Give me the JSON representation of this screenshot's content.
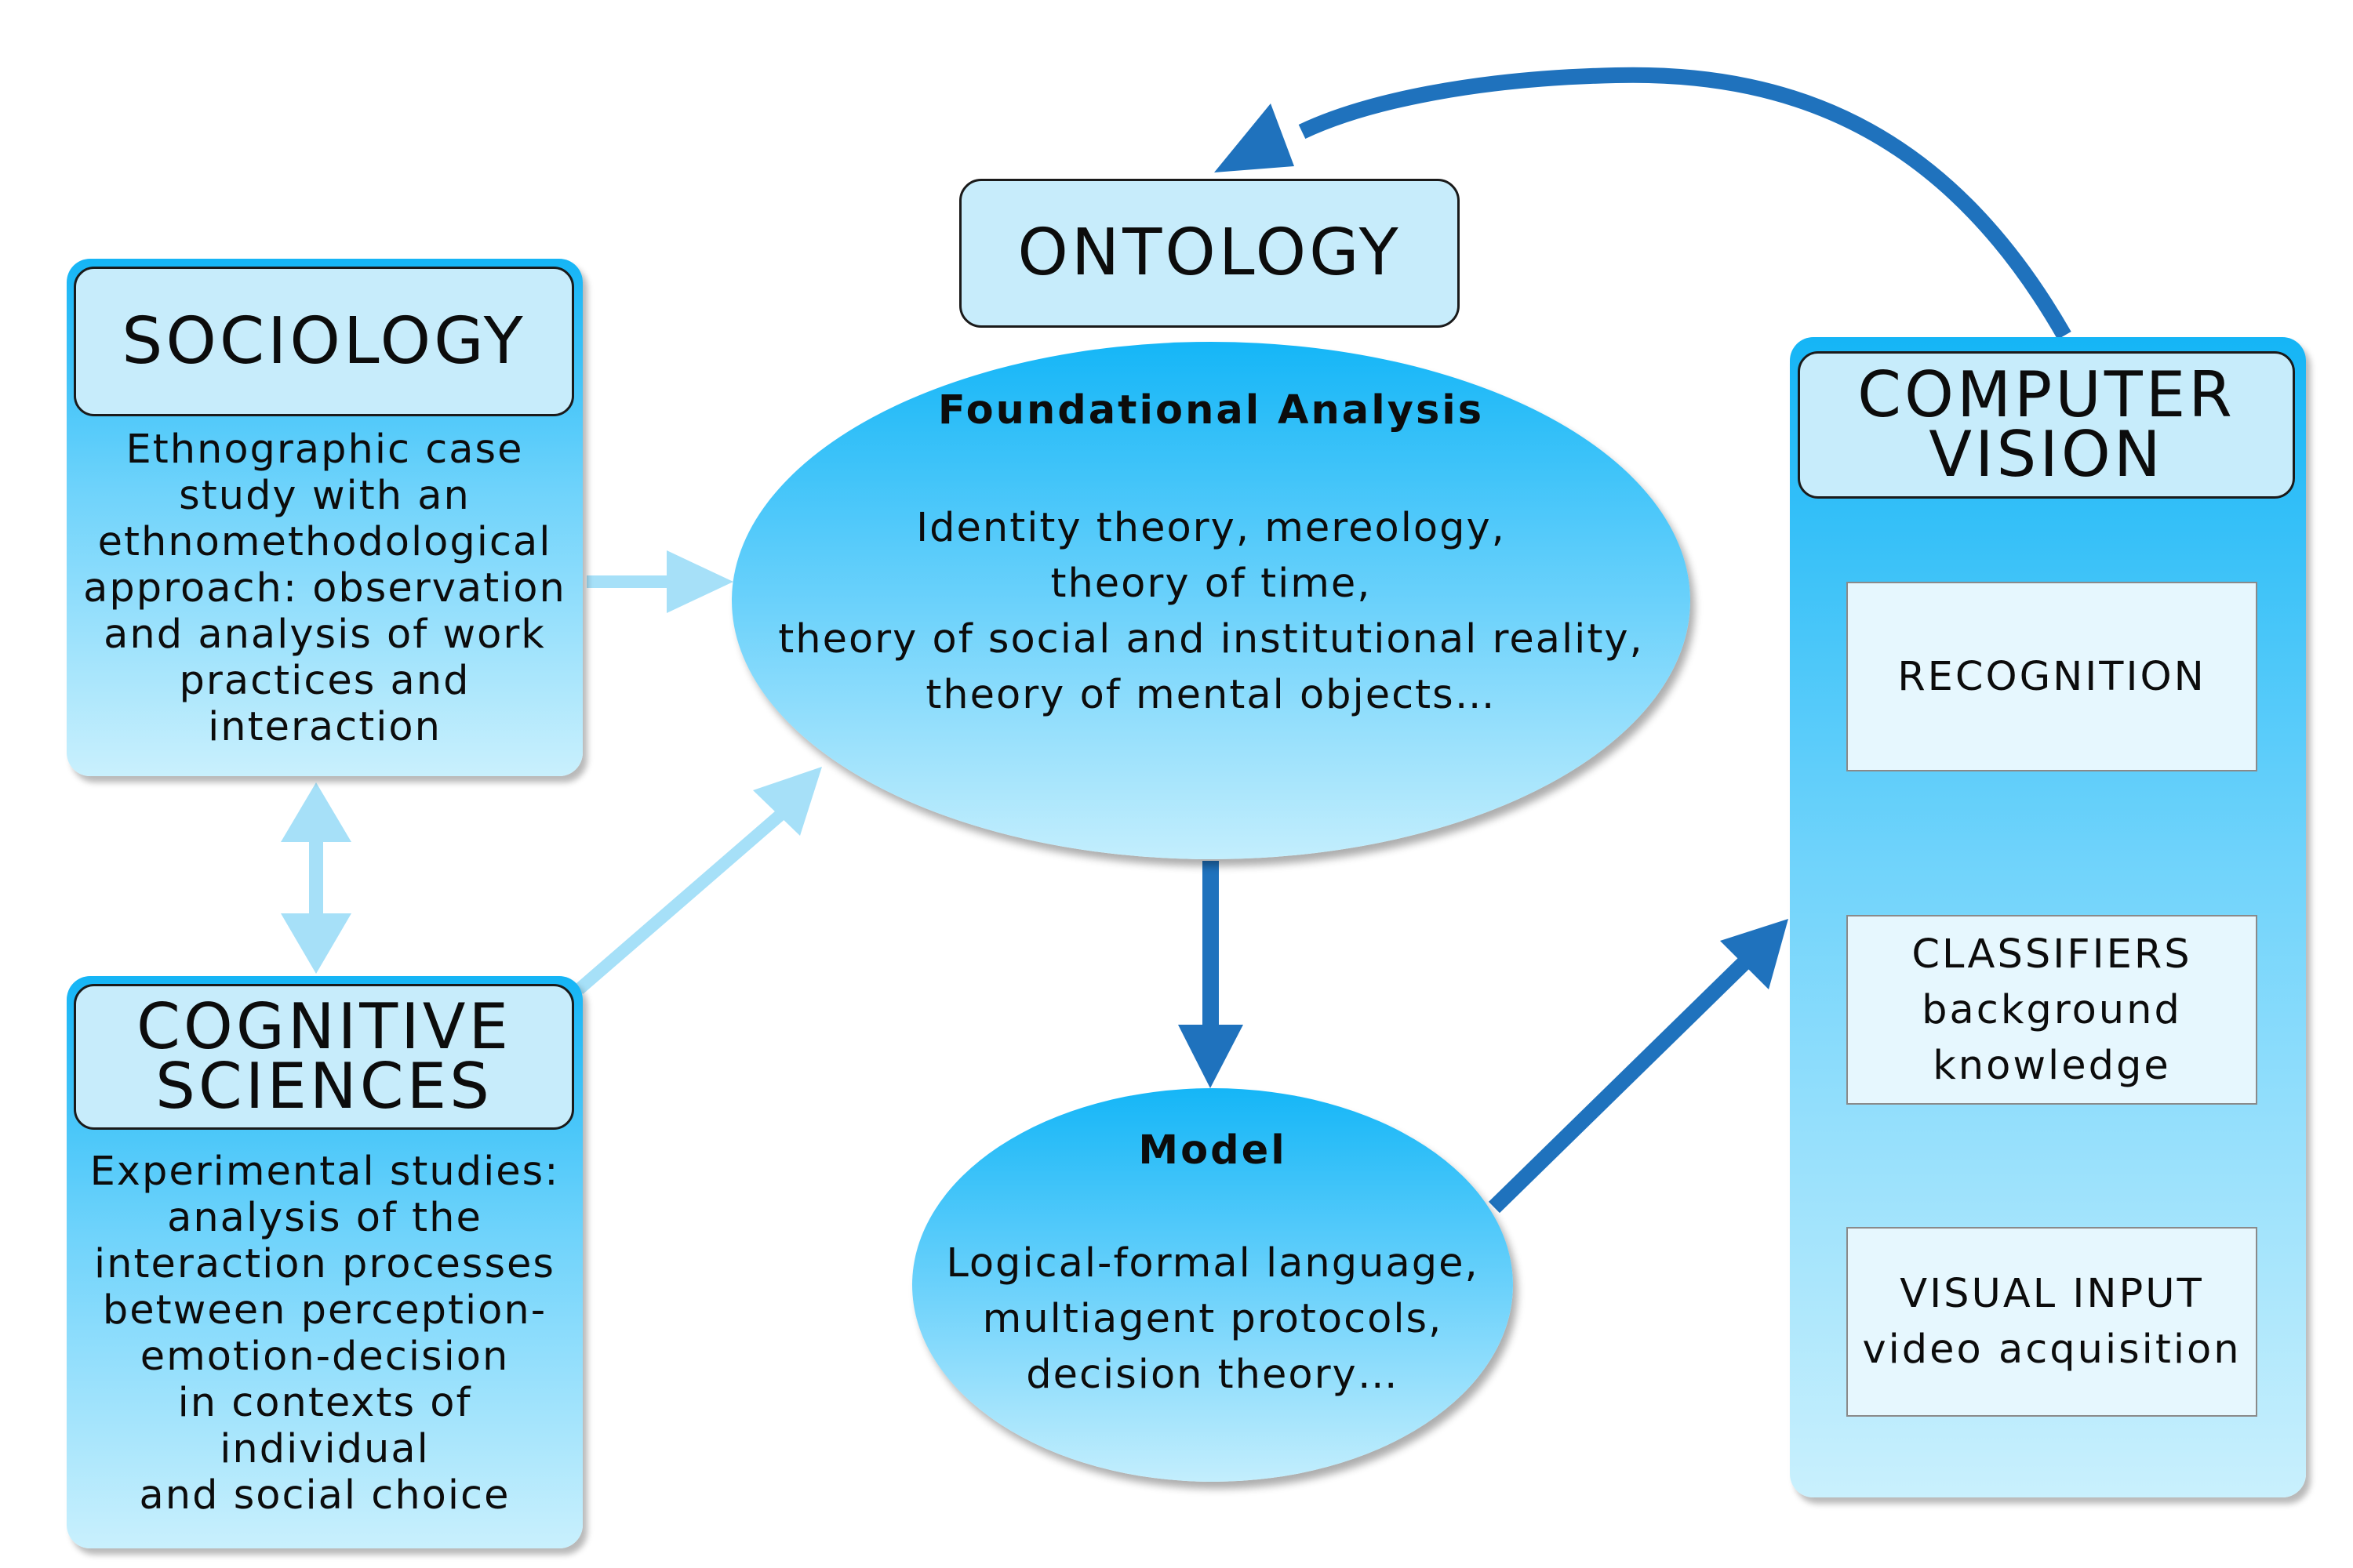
{
  "ontology": {
    "title": "ONTOLOGY"
  },
  "sociology": {
    "title": "SOCIOLOGY",
    "text": "Ethnographic case\nstudy with an\nethnomethodological\napproach: observation\nand analysis of work\npractices and\ninteraction"
  },
  "cognitive": {
    "title_line1": "COGNITIVE",
    "title_line2": "SCIENCES",
    "text": "Experimental studies:\nanalysis of the\ninteraction processes\nbetween perception-\nemotion-decision\nin contexts of\nindividual\nand social choice"
  },
  "foundational": {
    "heading": "Foundational Analysis",
    "text": "Identity theory, mereology,\ntheory of time,\ntheory of social and institutional reality,\ntheory of mental objects…"
  },
  "model": {
    "heading": "Model",
    "text": "Logical-formal language,\nmultiagent protocols,\ndecision theory…"
  },
  "computer_vision": {
    "title_line1": "COMPUTER",
    "title_line2": "VISION",
    "stages": {
      "recognition": "RECOGNITION",
      "classifiers": "CLASSIFIERS\nbackground\nknowledge",
      "visual_input": "VISUAL INPUT\nvideo acquisition"
    }
  },
  "colors": {
    "dark_arrow": "#1f72bd",
    "light_arrow": "#a6e0f8",
    "box_fill": "#c7ecfb",
    "panel_top": "#15b5f6",
    "panel_bottom": "#c9f0fd"
  }
}
